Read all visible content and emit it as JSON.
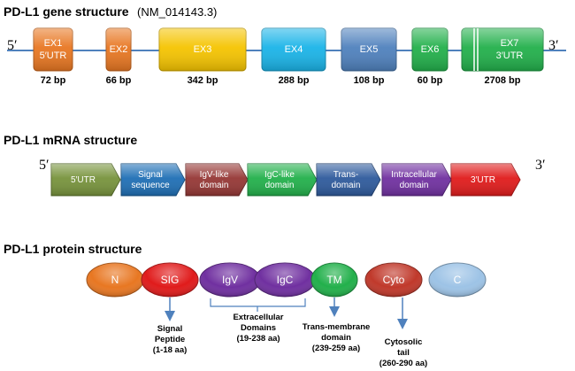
{
  "gene": {
    "title": "PD-L1 gene structure",
    "accession": "(NM_014143.3)",
    "end5": "5′",
    "end3": "3′",
    "exons": [
      {
        "lines": [
          "EX1",
          "5′UTR"
        ],
        "bp": "72 bp",
        "color": "#e87722"
      },
      {
        "lines": [
          "EX2"
        ],
        "bp": "66 bp",
        "color": "#e87722"
      },
      {
        "lines": [
          "EX3"
        ],
        "bp": "342 bp",
        "color": "#f5c400"
      },
      {
        "lines": [
          "EX4"
        ],
        "bp": "288 bp",
        "color": "#1ab4e8"
      },
      {
        "lines": [
          "EX5"
        ],
        "bp": "108 bp",
        "color": "#4f81bd"
      },
      {
        "lines": [
          "EX6"
        ],
        "bp": "60 bp",
        "color": "#22b04b"
      },
      {
        "lines": [
          "EX7",
          "3′UTR"
        ],
        "bp": "2708 bp",
        "color": "#22b04b"
      }
    ]
  },
  "mrna": {
    "title": "PD-L1 mRNA structure",
    "end5": "5′",
    "end3": "3′",
    "segments": [
      {
        "lines": [
          "5′UTR"
        ],
        "color": "#77933c"
      },
      {
        "lines": [
          "Signal",
          "sequence"
        ],
        "color": "#1f6fb5"
      },
      {
        "lines": [
          "IgV-like",
          "domain"
        ],
        "color": "#953735"
      },
      {
        "lines": [
          "IgC-like",
          "domain"
        ],
        "color": "#22b04b"
      },
      {
        "lines": [
          "Trans-",
          "domain"
        ],
        "color": "#2e5a9c"
      },
      {
        "lines": [
          "Intracellular",
          "domain"
        ],
        "color": "#7030a0"
      },
      {
        "lines": [
          "3′UTR"
        ],
        "color": "#e01b1b"
      }
    ]
  },
  "protein": {
    "title": "PD-L1 protein structure",
    "domains": [
      {
        "label": "N",
        "color": "#e87722"
      },
      {
        "label": "SIG",
        "color": "#e01b1b"
      },
      {
        "label": "IgV",
        "color": "#7030a0"
      },
      {
        "label": "IgC",
        "color": "#7030a0"
      },
      {
        "label": "TM",
        "color": "#22b04b"
      },
      {
        "label": "Cyto",
        "color": "#c0392b"
      },
      {
        "label": "C",
        "color": "#9dc3e6"
      }
    ],
    "annotations": [
      {
        "lines": [
          "Signal",
          "Peptide",
          "(1-18 aa)"
        ]
      },
      {
        "lines": [
          "Extracellular",
          "Domains",
          "(19-238 aa)"
        ]
      },
      {
        "lines": [
          "Trans-membrane",
          "domain",
          "(239-259 aa)"
        ]
      },
      {
        "lines": [
          "Cytosolic",
          "tail",
          "(260-290 aa)"
        ]
      }
    ]
  },
  "colors": {
    "backbone": "#4f81bd",
    "arrow": "#4f81bd"
  }
}
